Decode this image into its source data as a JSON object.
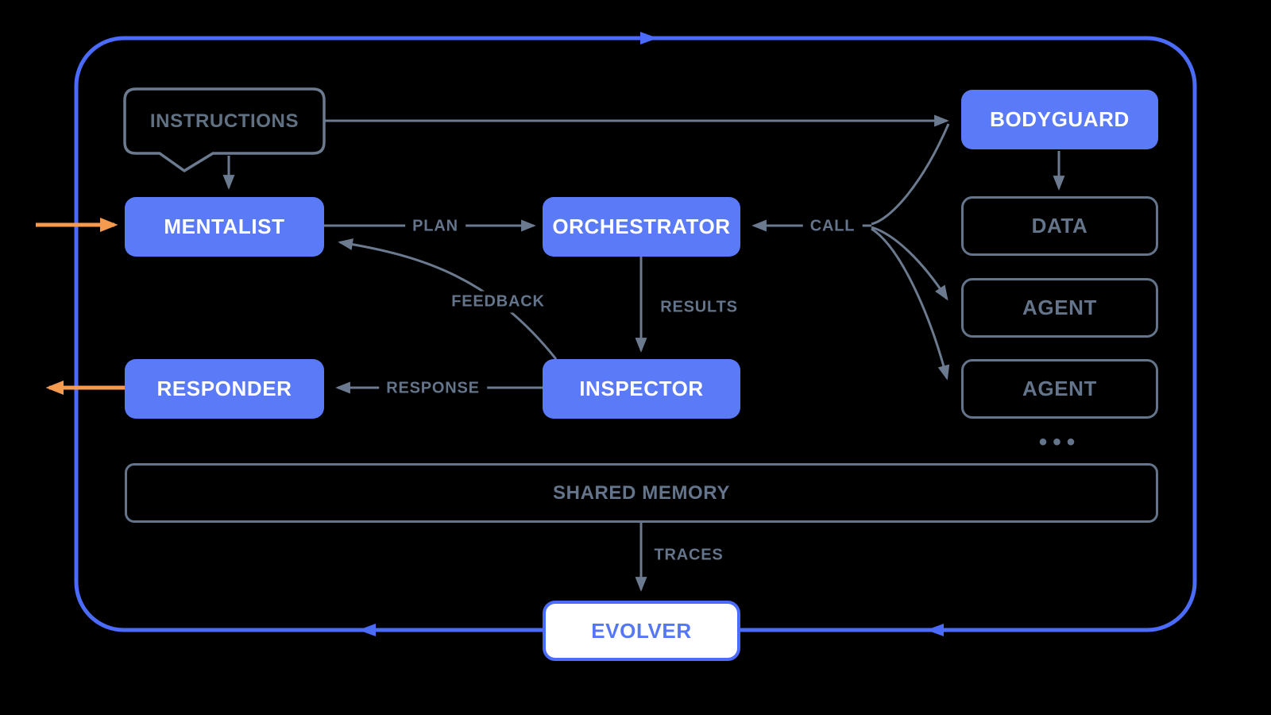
{
  "colors": {
    "background": "#000000",
    "node_blue_fill": "#5B7AF8",
    "node_text_white": "#FFFFFF",
    "loop_blue": "#4B6BFB",
    "evolver_text_blue": "#5577F5",
    "line_gray": "#6B7A8F",
    "text_gray": "#64748B",
    "io_orange": "#F59B50"
  },
  "nodes": {
    "instructions": {
      "label": "INSTRUCTIONS"
    },
    "mentalist": {
      "label": "MENTALIST"
    },
    "orchestrator": {
      "label": "ORCHESTRATOR"
    },
    "bodyguard": {
      "label": "BODYGUARD"
    },
    "data": {
      "label": "DATA"
    },
    "agent_top": {
      "label": "AGENT"
    },
    "agent_bottom": {
      "label": "AGENT"
    },
    "responder": {
      "label": "RESPONDER"
    },
    "inspector": {
      "label": "INSPECTOR"
    },
    "shared_memory": {
      "label": "SHARED MEMORY"
    },
    "evolver": {
      "label": "EVOLVER"
    },
    "more_agents_ellipsis": {
      "label": "•••"
    }
  },
  "edges": {
    "plan": {
      "label": "PLAN"
    },
    "feedback": {
      "label": "FEEDBACK"
    },
    "results": {
      "label": "RESULTS"
    },
    "call": {
      "label": "CALL"
    },
    "response": {
      "label": "RESPONSE"
    },
    "traces": {
      "label": "TRACES"
    }
  }
}
